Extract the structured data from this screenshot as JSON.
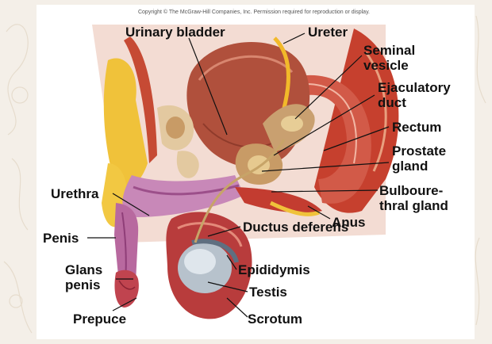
{
  "copyright": "Copyright © The McGraw-Hill Companies, Inc. Permission required for reproduction or display.",
  "labels": {
    "urinary_bladder": "Urinary bladder",
    "ureter": "Ureter",
    "seminal_vesicle_1": "Seminal",
    "seminal_vesicle_2": "vesicle",
    "ejaculatory_duct_1": "Ejaculatory",
    "ejaculatory_duct_2": "duct",
    "rectum": "Rectum",
    "prostate_gland_1": "Prostate",
    "prostate_gland_2": "gland",
    "bulbourethral_1": "Bulboure-",
    "bulbourethral_2": "thral gland",
    "anus": "Anus",
    "urethra": "Urethra",
    "penis": "Penis",
    "ductus_deferens": "Ductus deferens",
    "glans_penis_1": "Glans",
    "glans_penis_2": "penis",
    "epididymis": "Epididymis",
    "testis": "Testis",
    "prepuce": "Prepuce",
    "scrotum": "Scrotum"
  }
}
